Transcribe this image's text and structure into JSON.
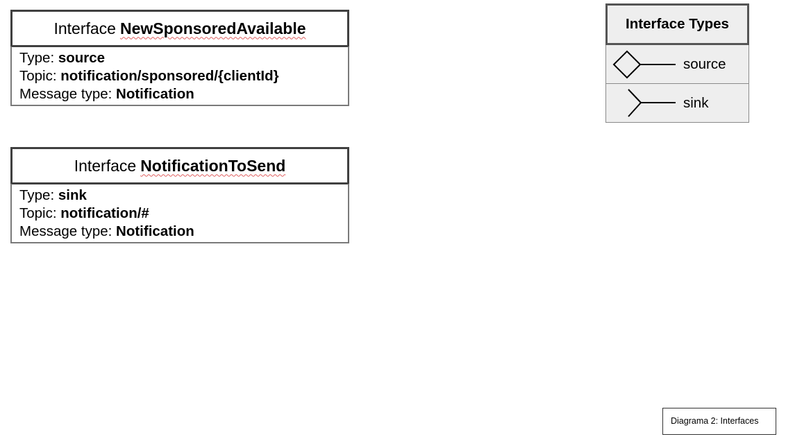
{
  "interfaces": [
    {
      "keyword": "Interface",
      "name": "NewSponsoredAvailable",
      "type_label": "Type:",
      "type_value": "source",
      "topic_label": "Topic:",
      "topic_value": "notification/sponsored/{clientId}",
      "message_label": "Message type:",
      "message_value": "Notification"
    },
    {
      "keyword": "Interface",
      "name": "NotificationToSend",
      "type_label": "Type:",
      "type_value": "sink",
      "topic_label": "Topic:",
      "topic_value": "notification/#",
      "message_label": "Message type:",
      "message_value": "Notification"
    }
  ],
  "legend": {
    "title": "Interface Types",
    "items": [
      {
        "label": "source",
        "icon": "diamond-line-icon"
      },
      {
        "label": "sink",
        "icon": "fork-line-icon"
      }
    ]
  },
  "caption": "Diagrama 2: Interfaces"
}
